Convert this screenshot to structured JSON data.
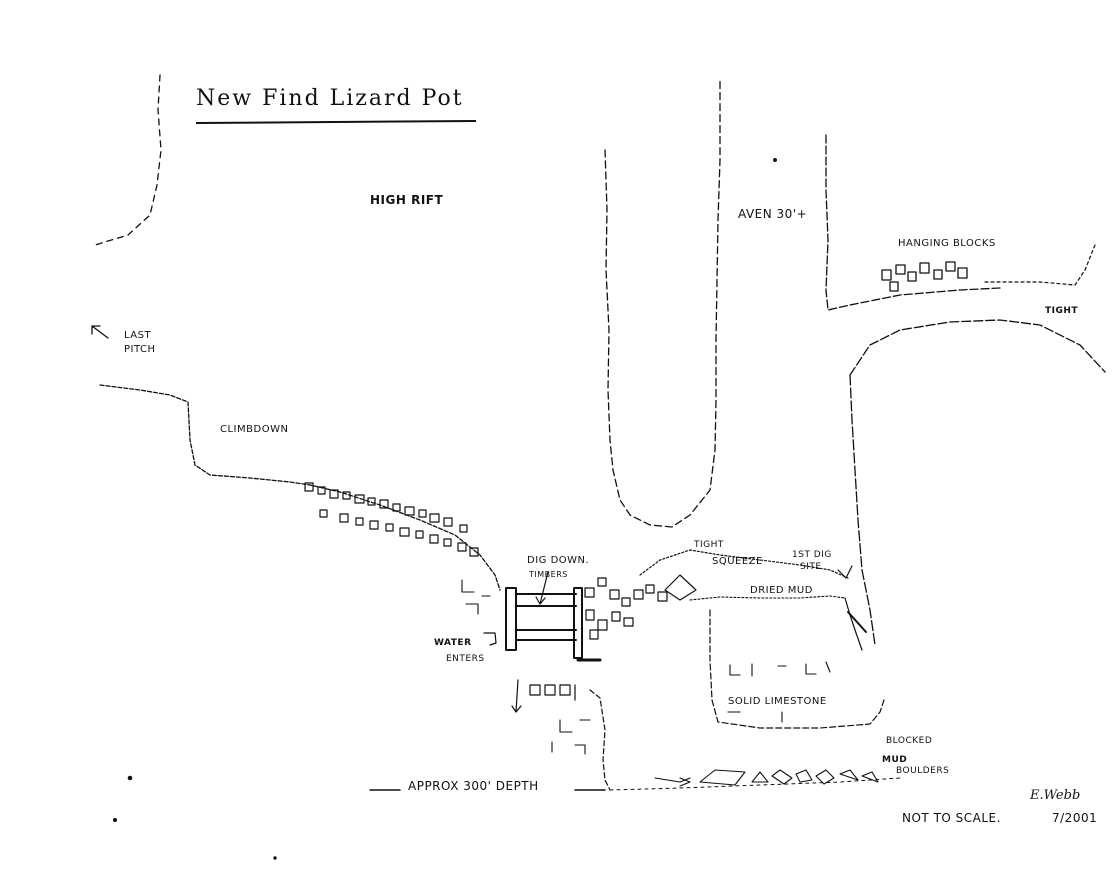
{
  "survey": {
    "title": "New Find Lizard Pot",
    "labels": {
      "high_rift": "High Rift",
      "aven": "Aven 30'+",
      "hanging_blocks": "Hanging Blocks",
      "tight_right": "Tight",
      "last_pitch": "Last",
      "last_pitch_2": "Pitch",
      "climbdown": "Climbdown",
      "dig_down": "Dig down.",
      "timbers": "Timbers",
      "tight_squeeze_1": "Tight",
      "tight_squeeze_2": "Squeeze",
      "first_dig_1": "1st Dig",
      "first_dig_2": "Site",
      "dried_mud": "Dried Mud",
      "water_enters_1": "Water",
      "water_enters_2": "Enters",
      "solid_limestone": "Solid Limestone",
      "blocked_1": "Blocked",
      "blocked_2": "Mud",
      "blocked_3": "Boulders",
      "depth": "Approx 300' Depth",
      "not_to_scale": "Not to Scale.",
      "date": "7/2001",
      "signature": "E.Webb"
    }
  },
  "style": {
    "ink": "#111111",
    "paper": "#ffffff"
  }
}
